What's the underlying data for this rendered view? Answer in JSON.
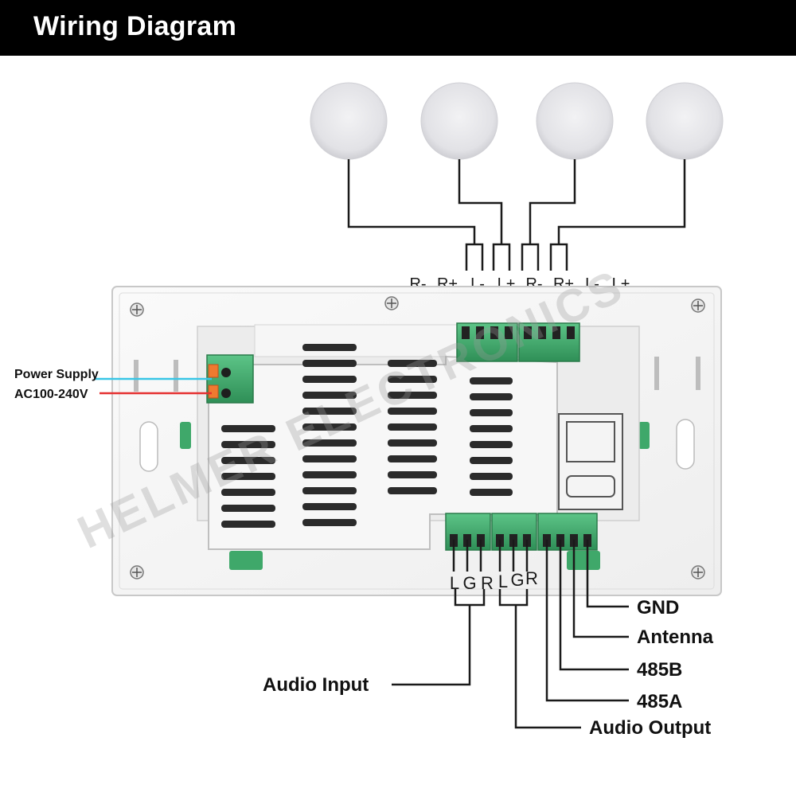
{
  "header": {
    "title": "Wiring Diagram"
  },
  "speakers": [
    "speaker-1",
    "speaker-2",
    "speaker-3",
    "speaker-4"
  ],
  "top_terminals": [
    "R-",
    "R+",
    "L-",
    "L+",
    "R-",
    "R+",
    "L-",
    "L+"
  ],
  "power": {
    "line1": "Power Supply",
    "line2": "AC100-240V"
  },
  "bottom_terminals": [
    "L",
    "G",
    "R",
    "L",
    "G",
    "R"
  ],
  "connections": {
    "gnd": "GND",
    "antenna": "Antenna",
    "b485": "485B",
    "a485": "485A",
    "audio_output": "Audio Output",
    "audio_input": "Audio Input"
  },
  "watermark": "HELMER ELECTRONICS",
  "colors": {
    "header_bg": "#000000",
    "terminal_green": "#3fa86a",
    "power_cyan": "#38c6e6",
    "power_red": "#e53030",
    "wire": "#1a1a1a"
  }
}
